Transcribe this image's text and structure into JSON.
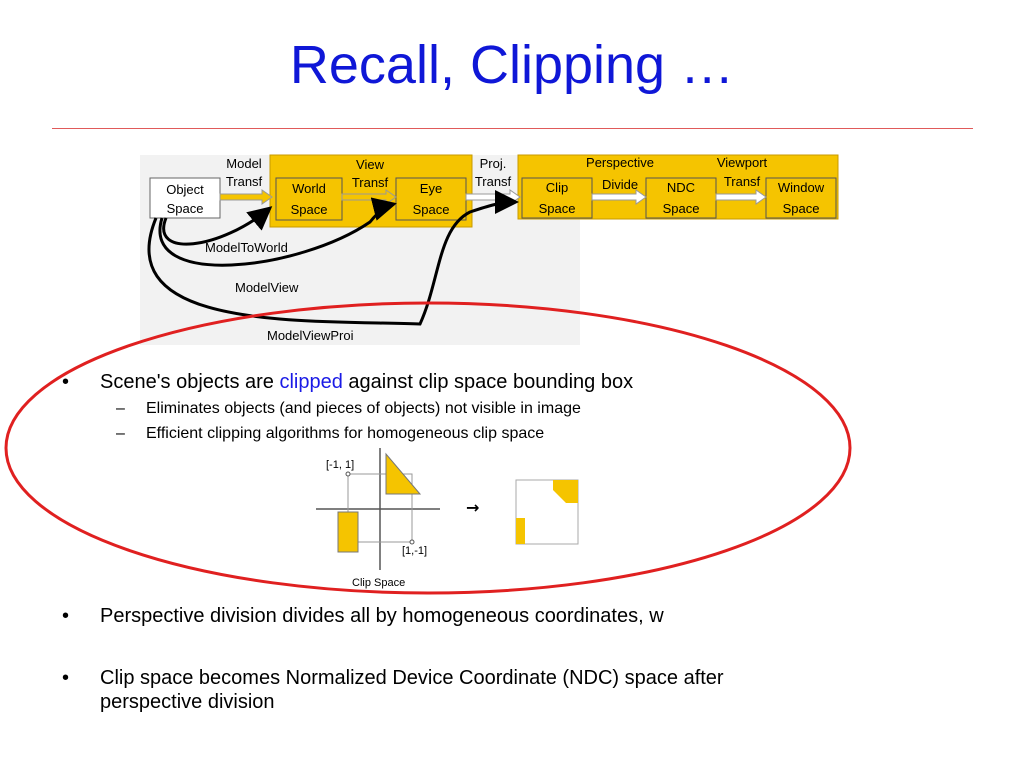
{
  "slide": {
    "title": "Recall, Clipping …"
  },
  "pipeline": {
    "object_space": [
      "Object",
      "Space"
    ],
    "model_transf": [
      "Model",
      "Transf"
    ],
    "world_space": [
      "World",
      "Space"
    ],
    "view_transf": [
      "View",
      "Transf"
    ],
    "eye_space": [
      "Eye",
      "Space"
    ],
    "proj_transf": [
      "Proj.",
      "Transf"
    ],
    "clip_space": [
      "Clip",
      "Space"
    ],
    "perspective_divide": [
      "Perspective",
      "Divide"
    ],
    "ndc_space": [
      "NDC",
      "Space"
    ],
    "viewport_transf": [
      "Viewport",
      "Transf"
    ],
    "window_space": [
      "Window",
      "Space"
    ],
    "arc_labels": [
      "ModelToWorld",
      "ModelView",
      "ModelViewProi"
    ]
  },
  "bullets": [
    {
      "prefix": "Scene's objects are ",
      "highlight": "clipped",
      "suffix": " against clip space bounding box",
      "sub": [
        "Eliminates objects (and pieces of objects) not visible in image",
        "Efficient clipping algorithms for homogeneous clip space"
      ]
    },
    {
      "text": "Perspective division divides all by homogeneous coordinates, w"
    },
    {
      "text_line1": "Clip space becomes Normalized Device Coordinate (NDC) space after",
      "text_line2": "perspective division"
    }
  ],
  "clip_figure": {
    "corner_top_left": "[-1, 1]",
    "corner_bottom_right": "[1,-1]",
    "caption": "Clip Space",
    "arrow": "→"
  },
  "colors": {
    "title": "#0f17d7",
    "highlight": "#1a1ae6",
    "stage_fill": "#f5c400",
    "ellipse": "#e02020"
  }
}
